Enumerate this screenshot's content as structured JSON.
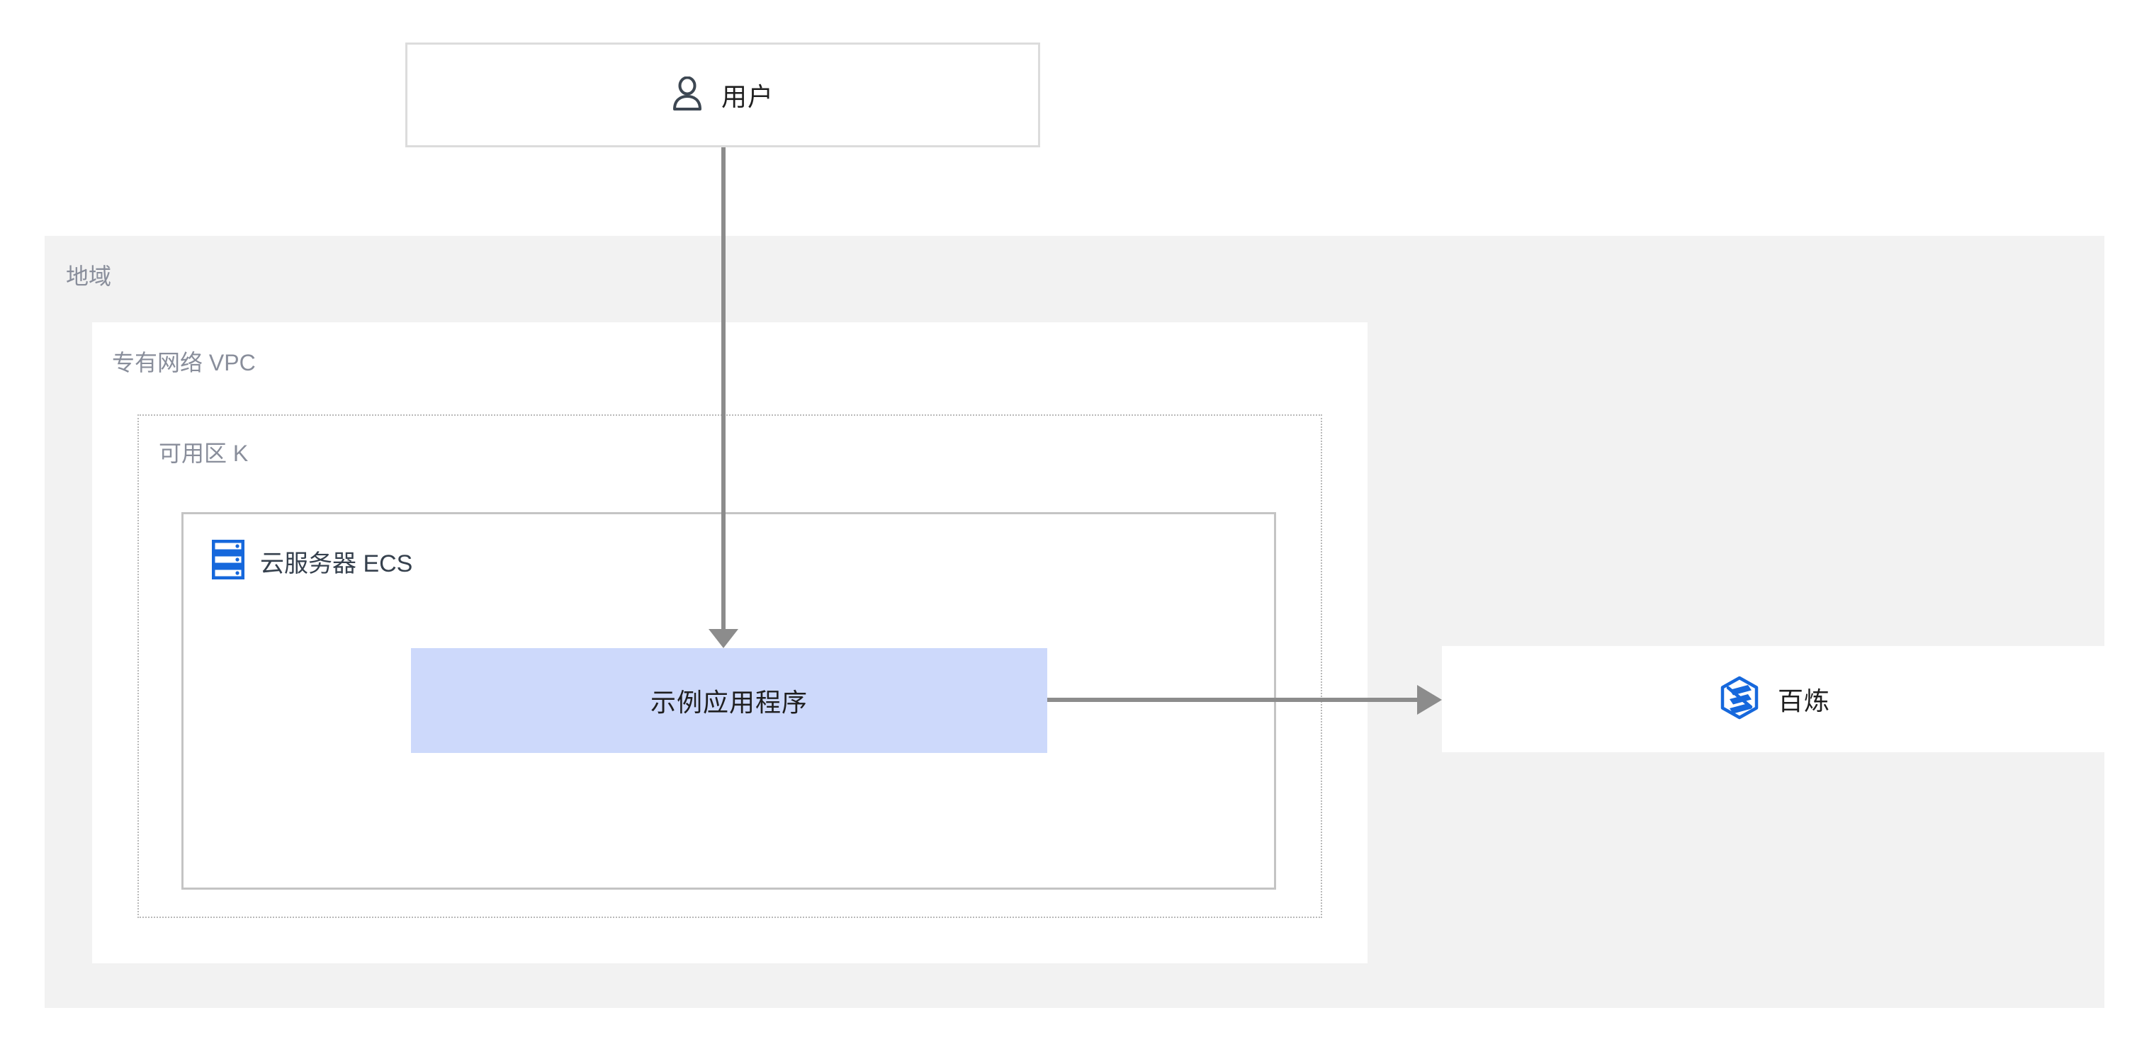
{
  "diagram": {
    "type": "cloud-architecture",
    "title": "",
    "background": "#ffffff",
    "colors": {
      "region_fill": "#f2f2f2",
      "vpc_fill": "#ffffff",
      "panel_label": "#898e9b",
      "box_border": "#dcdcdc",
      "ecs_border": "#c4c4c4",
      "az_border": "#b9b9b9",
      "app_fill": "#cdd9fb",
      "accent_blue": "#1668dc",
      "arrow_gray": "#8c8c8c",
      "text_dark": "#1f1f1f",
      "text_slate": "#35404d"
    }
  },
  "nodes": {
    "user": {
      "label": "用户",
      "icon": "user-icon"
    },
    "region": {
      "label": "地域"
    },
    "vpc": {
      "label": "专有网络 VPC"
    },
    "availability_zone": {
      "label": "可用区 K"
    },
    "ecs": {
      "label": "云服务器 ECS",
      "icon": "server-icon"
    },
    "application": {
      "label": "示例应用程序"
    },
    "bailian": {
      "label": "百炼",
      "icon": "bailian-hexagon-icon"
    }
  },
  "connectors": [
    {
      "name": "user-to-application",
      "from": "user",
      "to": "application",
      "direction": "down",
      "style": "solid-arrow"
    },
    {
      "name": "application-to-bailian",
      "from": "application",
      "to": "bailian",
      "direction": "right",
      "style": "solid-arrow"
    }
  ]
}
